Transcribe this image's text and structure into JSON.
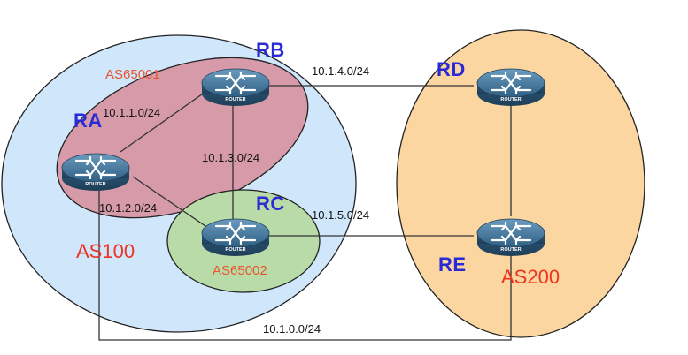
{
  "colors": {
    "as100_fill": "#cfe6fb",
    "as65001_fill": "#d69aa8",
    "as65002_fill": "#b9dba8",
    "as200_fill": "#fbd6a0",
    "router_label": "#2b2bd6",
    "as_label": "#ee3322",
    "sub_as_label": "#e8552e",
    "router_body": "#3d6e92",
    "link": "#333333"
  },
  "as_labels": {
    "as100": "AS100",
    "as65001": "AS65001",
    "as65002": "AS65002",
    "as200": "AS200"
  },
  "routers": [
    {
      "id": "ra",
      "name": "RA",
      "icon_text": "ROUTER",
      "icon": "router-icon"
    },
    {
      "id": "rb",
      "name": "RB",
      "icon_text": "ROUTER",
      "icon": "router-icon"
    },
    {
      "id": "rc",
      "name": "RC",
      "icon_text": "ROUTER",
      "icon": "router-icon"
    },
    {
      "id": "rd",
      "name": "RD",
      "icon_text": "ROUTER",
      "icon": "router-icon"
    },
    {
      "id": "re",
      "name": "RE",
      "icon_text": "ROUTER",
      "icon": "router-icon"
    }
  ],
  "links": [
    {
      "from": "ra",
      "to": "rb",
      "subnet": "10.1.1.0/24"
    },
    {
      "from": "ra",
      "to": "rc",
      "subnet": "10.1.2.0/24"
    },
    {
      "from": "rb",
      "to": "rc",
      "subnet": "10.1.3.0/24"
    },
    {
      "from": "rb",
      "to": "rd",
      "subnet": "10.1.4.0/24"
    },
    {
      "from": "rc",
      "to": "re",
      "subnet": "10.1.5.0/24"
    },
    {
      "from": "rd",
      "to": "re",
      "subnet": ""
    },
    {
      "from": "ra",
      "to": "re",
      "subnet": "10.1.0.0/24"
    }
  ]
}
